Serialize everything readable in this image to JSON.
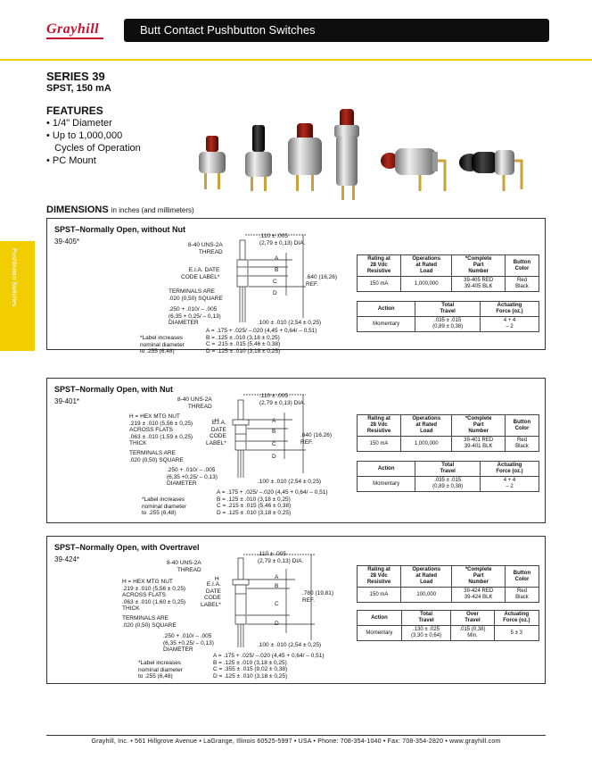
{
  "header": {
    "logo": "Grayhill",
    "title": "Butt Contact Pushbutton Switches",
    "side_tab": "Pushbutton Switches"
  },
  "series": {
    "title": "SERIES 39",
    "subtitle": "SPST, 150 mA"
  },
  "features": {
    "heading": "FEATURES",
    "items": [
      "• 1/4\" Diameter",
      "• Up to 1,000,000",
      "   Cycles of Operation",
      "• PC Mount"
    ]
  },
  "dimensions": {
    "heading": "DIMENSIONS",
    "note": "in inches (and millimeters)"
  },
  "colors": {
    "brand_red": "#c8102e",
    "accent_yellow": "#f2cd00",
    "title_bar": "#0e0e0e"
  },
  "panels": [
    {
      "title": "SPST–Normally Open, without Nut",
      "part": "39-405*",
      "labels": {
        "dia": ".110 ± .005\n(2,79 ± 0,13) DIA.",
        "thread": "8-40 UNS-2A\nTHREAD",
        "eia": "E.I.A. DATE\nCODE LABEL*",
        "terminals": "TERMINALS ARE\n.020 (0,50) SQUARE",
        "pin": ".250 + .010/ – .005\n(6,35 + 0,25/ – 0,13)\nDIAMETER",
        "ref": ".640 (16,26)\nREF.",
        "spacing": ".100 ± .010 (2,54 ± 0,25)",
        "label_note": "*Label increases\nnominal diameter\nto .255 (6,48)",
        "dims": "A = .175 + .025/ –.020 (4,45 + 0,64/ – 0,51)\nB = .125 ± .010 (3,18 ± 0,25)\nC = .215 ± .015 (5,46 ± 0,38)\nD = .125 ± .010 (3,18 ± 0,25)",
        "A": "A",
        "B": "B",
        "C": "C",
        "D": "D"
      },
      "spec_table": {
        "headers": [
          "Rating at\n28 Vdc\nResistive",
          "Operations\nat Rated\nLoad",
          "*Complete\nPart\nNumber",
          "Button\nColor"
        ],
        "row": [
          "150 mA",
          "1,000,000",
          "39-405 RED\n39-405 BLK",
          "Red\nBlack"
        ]
      },
      "action_table": {
        "headers": [
          "Action",
          "Total\nTravel",
          "Actuating\nForce (oz.)"
        ],
        "row": [
          "Momentary",
          ".035 ± .015\n(0,89 ± 0,38)",
          "4 + 4\n   – 2"
        ]
      }
    },
    {
      "title": "SPST–Normally Open, with Nut",
      "part": "39-401*",
      "labels": {
        "dia": ".110 ± .005\n(2,79 ± 0,13) DIA.",
        "thread": "8-40 UNS-2A\nTHREAD",
        "hex": "H = HEX MTG NUT\n.219 ± .010 (5,56 ± 0,25)\nACROSS FLATS\n.063 ± .010 (1,59 ± 0,25)\nTHICK",
        "eia": "E.I.A.\nDATE\nCODE\nLABEL*",
        "terminals": "TERMINALS ARE\n.020 (0,50) SQUARE",
        "pin": ".250 + .010/ – .005\n(6,35 +0,25/ – 0,13)\nDIAMETER",
        "ref": ".640 (16,26)\nREF.",
        "spacing": ".100 ± .010 (2,54 ± 0,25)",
        "label_note": "*Label increases\nnominal diameter\nto .255 (6,48)",
        "dims": "A = .175 + .025/ –.020 (4,45 + 0,64/ – 0,51)\nB = .125 ± .010 (3,18 ± 0,25)\nC = .215 ± .015 (5,46 ± 0,38)\nD = .125 ± .010 (3,18 ± 0,25)",
        "A": "A",
        "B": "B",
        "C": "C",
        "D": "D",
        "H": "H"
      },
      "spec_table": {
        "headers": [
          "Rating at\n28 Vdc\nResistive",
          "Operations\nat Rated\nLoad",
          "*Complete\nPart\nNumber",
          "Button\nColor"
        ],
        "row": [
          "150 mA",
          "1,000,000",
          "39-401 RED\n39-401 BLK",
          "Red\nBlack"
        ]
      },
      "action_table": {
        "headers": [
          "Action",
          "Total\nTravel",
          "Actuating\nForce (oz.)"
        ],
        "row": [
          "Momentary",
          ".035 ± .015\n(0,89 ± 0,38)",
          "4 + 4\n   – 2"
        ]
      }
    },
    {
      "title": "SPST–Normally Open, with Overtravel",
      "part": "39-424*",
      "labels": {
        "dia": ".110 ± .005\n(2,79 ± 0,13) DIA.",
        "thread": "8-40 UNS-2A\nTHREAD",
        "hex": "H = HEX MTG NUT\n.219 ± .010 (5,56 ± 0,25)\nACROSS FLATS\n.063 ± .010 (1,60 ± 0,25)\nTHICK",
        "eia": "E.I.A.\nDATE\nCODE\nLABEL*",
        "terminals": "TERMINALS ARE\n.020 (0,50) SQUARE",
        "pin": ".250 + .010/ – .005\n(6,35 +0,25/ – 0,13)\nDIAMETER",
        "ref": ".780 (19,81)\nREF.",
        "spacing": ".100 ± .010 (2,54 ± 0,25)",
        "label_note": "*Label increases\nnominal diameter\nto .255 (6,48)",
        "dims": "A = .175 + .025/ –.020 (4,45 + 0,64/ – 0,51)\nB = .125 ± .010 (3,18 ± 0,25)\nC = .355 ± .015 (9,02 ± 0,38)\nD = .125 ± .010 (3,18 ± 0,25)",
        "A": "A",
        "B": "B",
        "C": "C",
        "D": "D",
        "H": "H"
      },
      "spec_table": {
        "headers": [
          "Rating at\n28 Vdc\nResistive",
          "Operations\nat Rated\nLoad",
          "*Complete\nPart\nNumber",
          "Button\nColor"
        ],
        "row": [
          "150 mA",
          "100,000",
          "39-424 RED\n39-424 BLK",
          "Red\nBlack"
        ]
      },
      "action_table": {
        "headers": [
          "Action",
          "Total\nTravel",
          "Over\nTravel",
          "Actuating\nForce (oz.)"
        ],
        "row": [
          "Momentary",
          ".130 ± .025\n(3,30 ± 0,64)",
          ".015 (0,38)\nMin.",
          "5 ± 3"
        ]
      }
    }
  ],
  "footer": "Grayhill, Inc. • 561 Hillgrove Avenue • LaGrange, Illinois 60525-5997 • USA • Phone: 708-354-1040 • Fax: 708-354-2820 • www.grayhill.com"
}
